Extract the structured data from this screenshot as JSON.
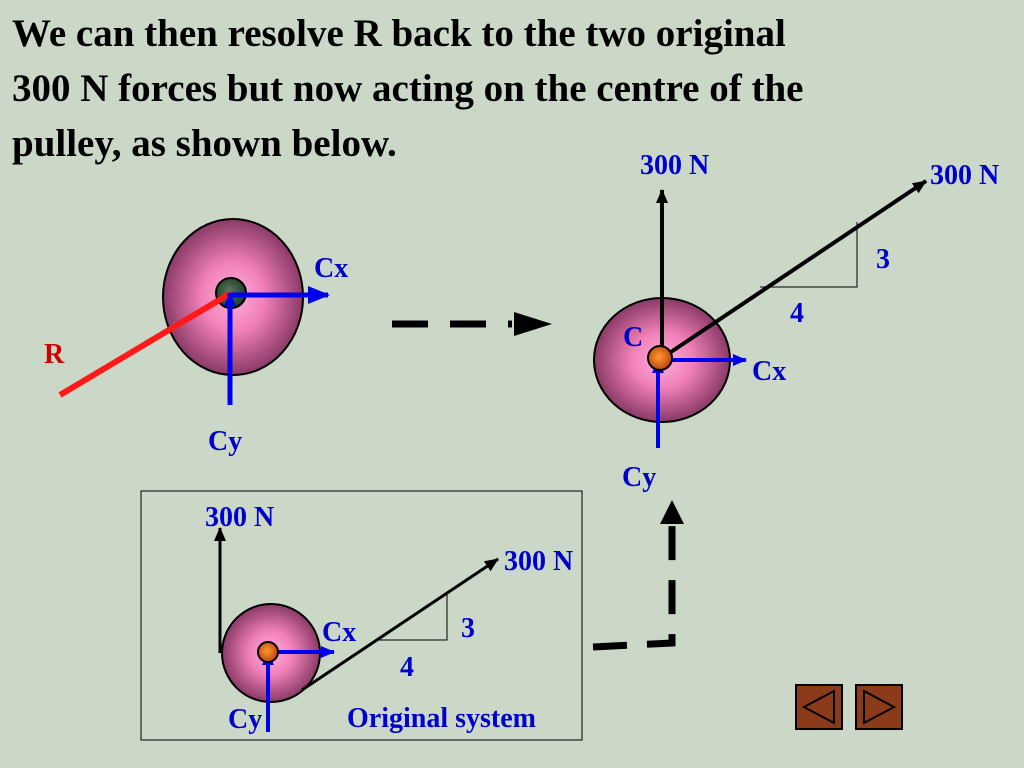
{
  "heading": {
    "line1": "We can then resolve R back to the two original",
    "line2": "300 N forces but now acting on the centre of the",
    "line3": "pulley, as shown below."
  },
  "labels": {
    "cx": "Cx",
    "cy": "Cy",
    "r": "R",
    "c": "C",
    "force_300n": "300 N",
    "slope_rise": "3",
    "slope_run": "4",
    "original_caption": "Original system"
  },
  "colors": {
    "label_blue": "#0000cc",
    "component_blue": "#0000ee",
    "resultant_red": "#ff1a1a",
    "pulley_pink": "#f080b8",
    "pulley_dark": "#8a3a66",
    "nav_button": "#8b3a1a",
    "background": "#cbd8c8"
  },
  "nav": {
    "prev_icon": "triangle-left-icon",
    "next_icon": "triangle-right-icon"
  }
}
